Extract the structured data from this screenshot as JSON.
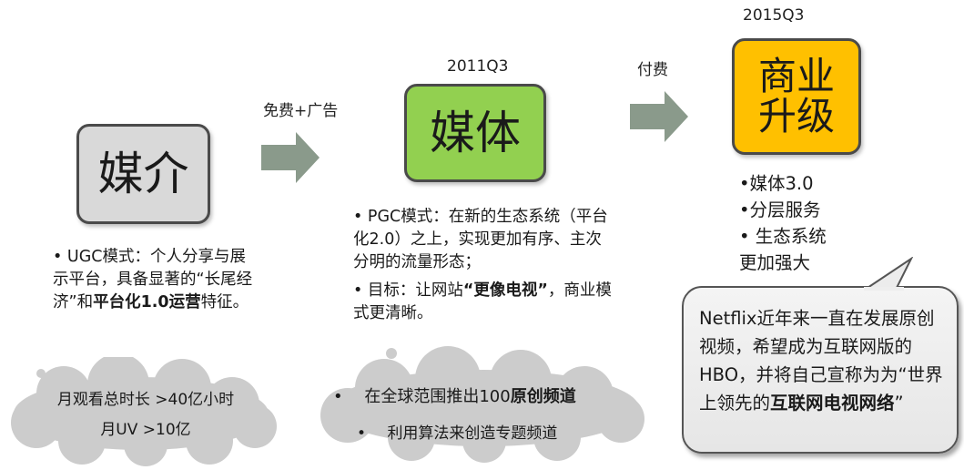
{
  "stage1": {
    "title": "媒介",
    "bullet": "• UGC模式：个人分享与展示平台，具备显著的“长尾经济”和",
    "bullet_bold": "平台化1.0运营",
    "bullet_end": "特征。",
    "cloud_line1": "月观看总时长 >40亿小时",
    "cloud_line2": "月UV >10亿"
  },
  "arrow1_label": "免费+广告",
  "stage2": {
    "period": "2011Q3",
    "title": "媒体",
    "bullet1": "• PGC模式：在新的生态系统（平台化2.0）之上，实现更加有序、主次分明的流量形态；",
    "bullet2_pre": "• 目标：让网站",
    "bullet2_bold": "“更像电视”",
    "bullet2_post": "，商业模式更清晰。",
    "cloud_item1_pre": "在全球范围推出100",
    "cloud_item1_bold": "原创频道",
    "cloud_item2": "利用算法来创造专题频道",
    "cloud_bullet": "•"
  },
  "arrow2_label": "付费",
  "stage3": {
    "period": "2015Q3",
    "title_line1": "商业",
    "title_line2": "升级",
    "item1": "•媒体3.0",
    "item2": "•分层服务",
    "item3": "• 生态系统",
    "item4": "更加强大"
  },
  "callout": {
    "text_pre": "Netflix近年来一直在发展原创视频，希望成为互联网版的HBO，并将自己宣称为为“世界上领先的",
    "text_bold": "互联网电视网络",
    "text_post": "”"
  },
  "colors": {
    "stage1_fill": "#d9d9d9",
    "stage2_fill": "#92d050",
    "stage3_fill": "#ffc000",
    "arrow": "#8a9a8b",
    "cloud": "#cccccc"
  }
}
